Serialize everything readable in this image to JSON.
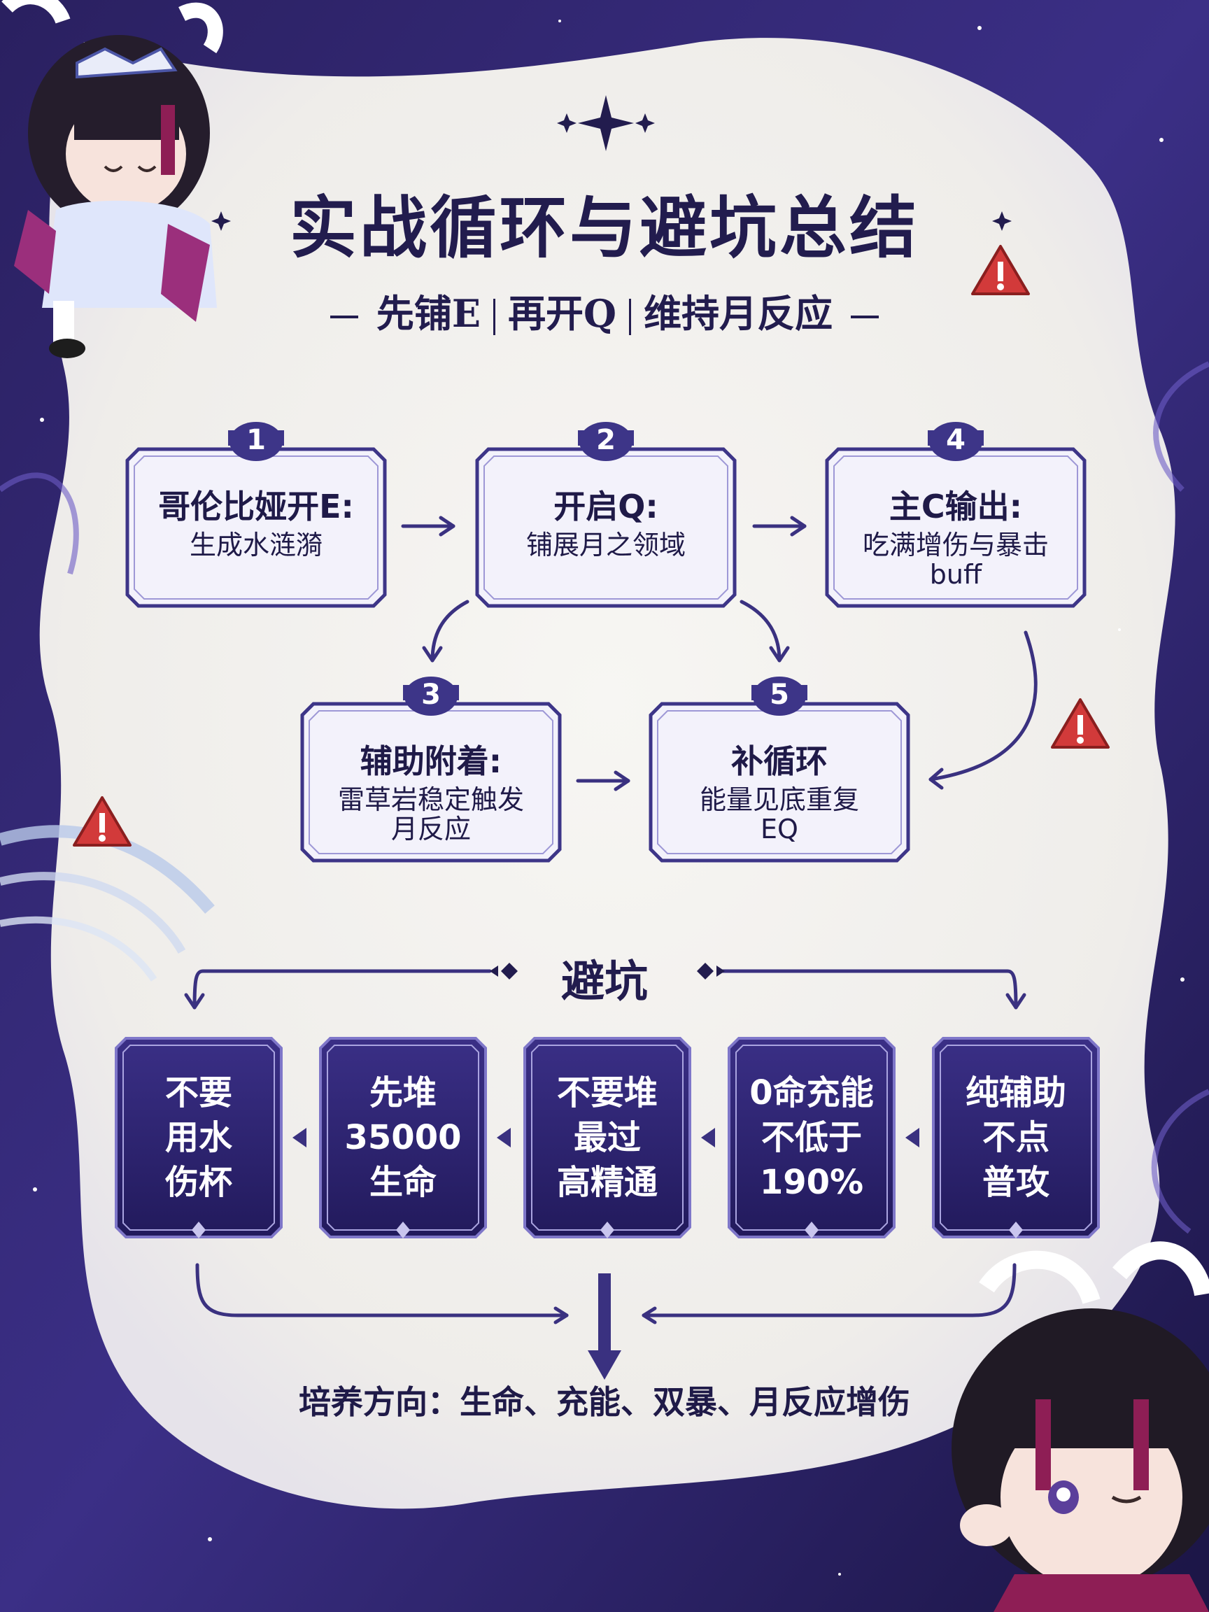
{
  "header": {
    "title": "实战循环与避坑总结",
    "subtitle_parts": [
      "先铺E",
      "再开Q",
      "维持月反应"
    ]
  },
  "steps": [
    {
      "num": "1",
      "title": "哥伦比娅开E:",
      "desc": [
        "生成水涟漪"
      ]
    },
    {
      "num": "2",
      "title": "开启Q:",
      "desc": [
        "铺展月之领域"
      ]
    },
    {
      "num": "3",
      "title": "辅助附着:",
      "desc": [
        "雷草岩稳定触发",
        "月反应"
      ]
    },
    {
      "num": "4",
      "title": "主C输出:",
      "desc": [
        "吃满增伤与暴击",
        "buff"
      ]
    },
    {
      "num": "5",
      "title": "补循环",
      "desc": [
        "能量见底重复",
        "EQ"
      ]
    }
  ],
  "pitfalls": {
    "heading": "避坑",
    "cards": [
      [
        "不要",
        "用水",
        "伤杯"
      ],
      [
        "先堆",
        "35000",
        "生命"
      ],
      [
        "不要堆",
        "最过",
        "高精通"
      ],
      [
        "0命充能",
        "不低于",
        "190%"
      ],
      [
        "纯辅助",
        "不点",
        "普攻"
      ]
    ]
  },
  "footer": {
    "text": "培养方向：生命、充能、双暴、月反应增伤"
  },
  "icons": [
    "warning-icon",
    "sparkle-icon",
    "arrow-icon"
  ],
  "colors": {
    "primary": "#221c4e",
    "accent": "#4a3d9a",
    "warning": "#d23a3a",
    "card": "#2f2672"
  }
}
